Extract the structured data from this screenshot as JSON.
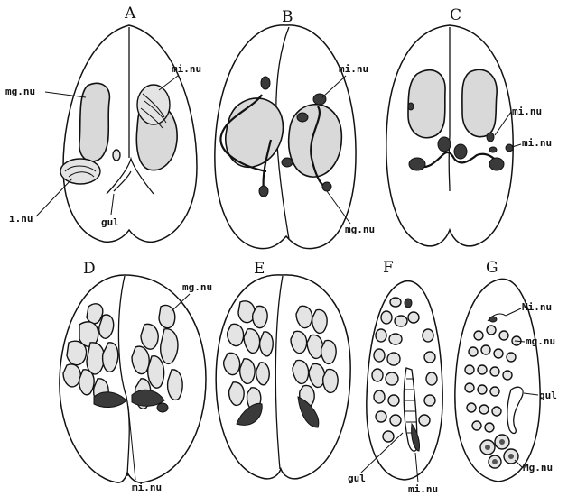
{
  "figure": {
    "panels": [
      {
        "letter": "A",
        "labels": [
          "mg.nu",
          "mi.nu",
          "ı.nu",
          "gul"
        ]
      },
      {
        "letter": "B",
        "labels": [
          "mi.nu",
          "mg.nu"
        ]
      },
      {
        "letter": "C",
        "labels": [
          "mi.nu",
          "mi.nu"
        ]
      },
      {
        "letter": "D",
        "labels": [
          "mg.nu",
          "mi.nu"
        ]
      },
      {
        "letter": "E",
        "labels": []
      },
      {
        "letter": "F",
        "labels": [
          "gul",
          "mi.nu"
        ]
      },
      {
        "letter": "G",
        "labels": [
          "Mi.nu",
          "mg.nu",
          "gul",
          "Mg.nu"
        ]
      }
    ]
  }
}
